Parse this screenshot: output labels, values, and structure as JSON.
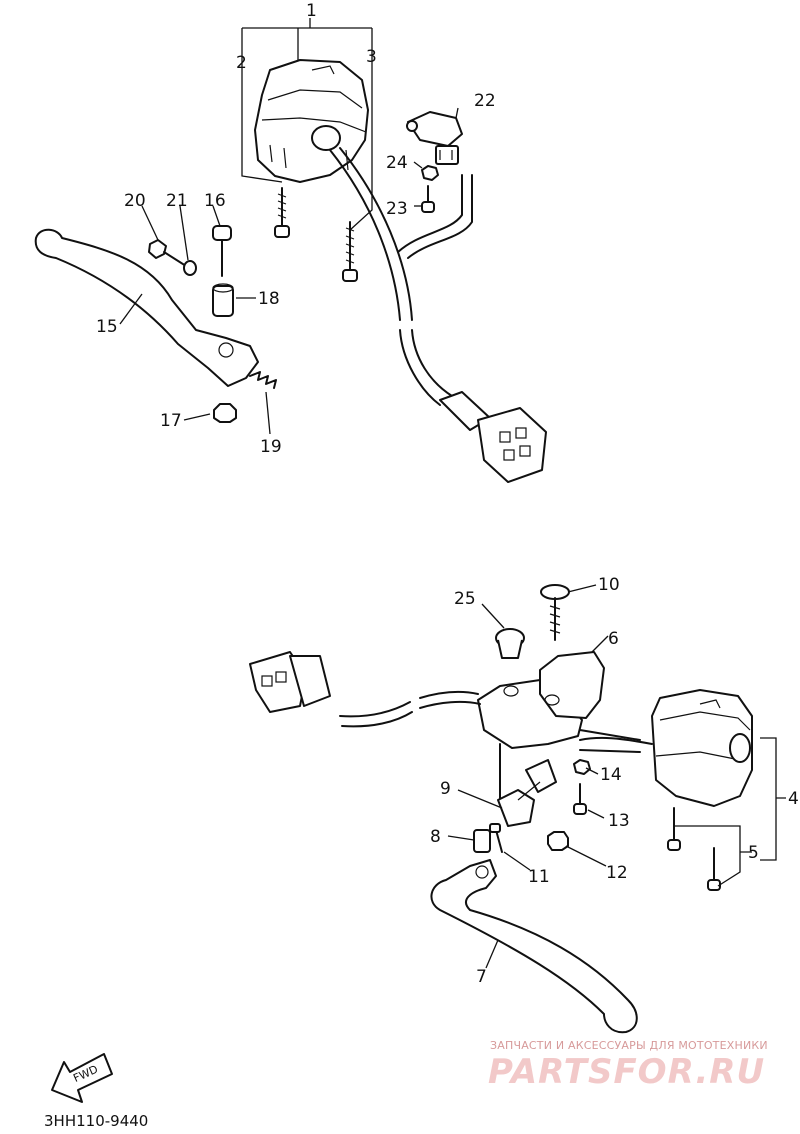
{
  "diagram": {
    "callouts": [
      "1",
      "2",
      "3",
      "4",
      "5",
      "6",
      "7",
      "8",
      "9",
      "10",
      "11",
      "12",
      "13",
      "14",
      "15",
      "16",
      "17",
      "18",
      "19",
      "20",
      "21",
      "22",
      "23",
      "24",
      "25"
    ],
    "direction_arrow": "FWD",
    "part_code": "3HH110-9440"
  },
  "watermark": {
    "tagline": "ЗАПЧАСТИ И АКСЕССУАРЫ ДЛЯ МОТОТЕХНИКИ",
    "logo": "PARTSFOR.RU"
  }
}
